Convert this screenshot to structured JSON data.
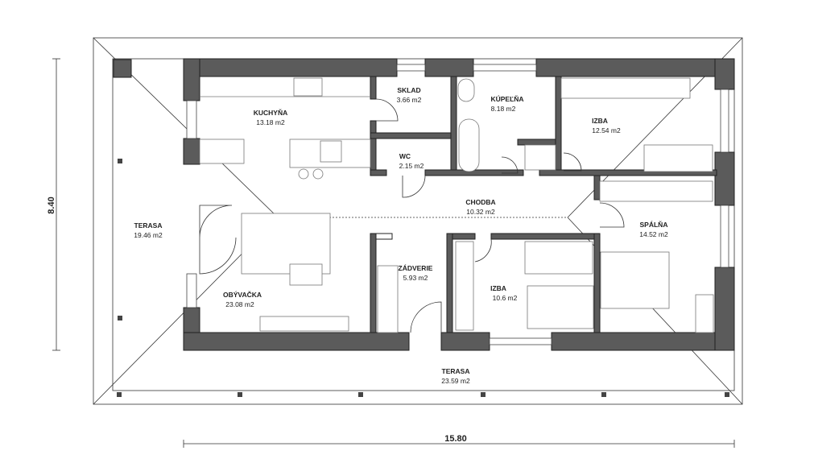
{
  "plan": {
    "rooms": [
      {
        "name": "KUCHYŇA",
        "area": "13.18 m2"
      },
      {
        "name": "SKLAD",
        "area": "3.66 m2"
      },
      {
        "name": "KÚPEĽŇA",
        "area": "8.18 m2"
      },
      {
        "name": "IZBA",
        "area": "12.54 m2"
      },
      {
        "name": "WC",
        "area": "2.15 m2"
      },
      {
        "name": "CHODBA",
        "area": "10.32 m2"
      },
      {
        "name": "SPÁLŇA",
        "area": "14.52 m2"
      },
      {
        "name": "TERASA",
        "area": "19.46 m2"
      },
      {
        "name": "OBÝVAČKA",
        "area": "23.08 m2"
      },
      {
        "name": "ZÁDVERIE",
        "area": "5.93 m2"
      },
      {
        "name": "IZBA",
        "area": "10.6 m2"
      },
      {
        "name": "TERASA",
        "area": "23.59 m2"
      }
    ],
    "dimensions": {
      "width": "15.80",
      "height": "8.40"
    },
    "colors": {
      "wall": "#5b5b5b",
      "line": "#333333"
    }
  }
}
